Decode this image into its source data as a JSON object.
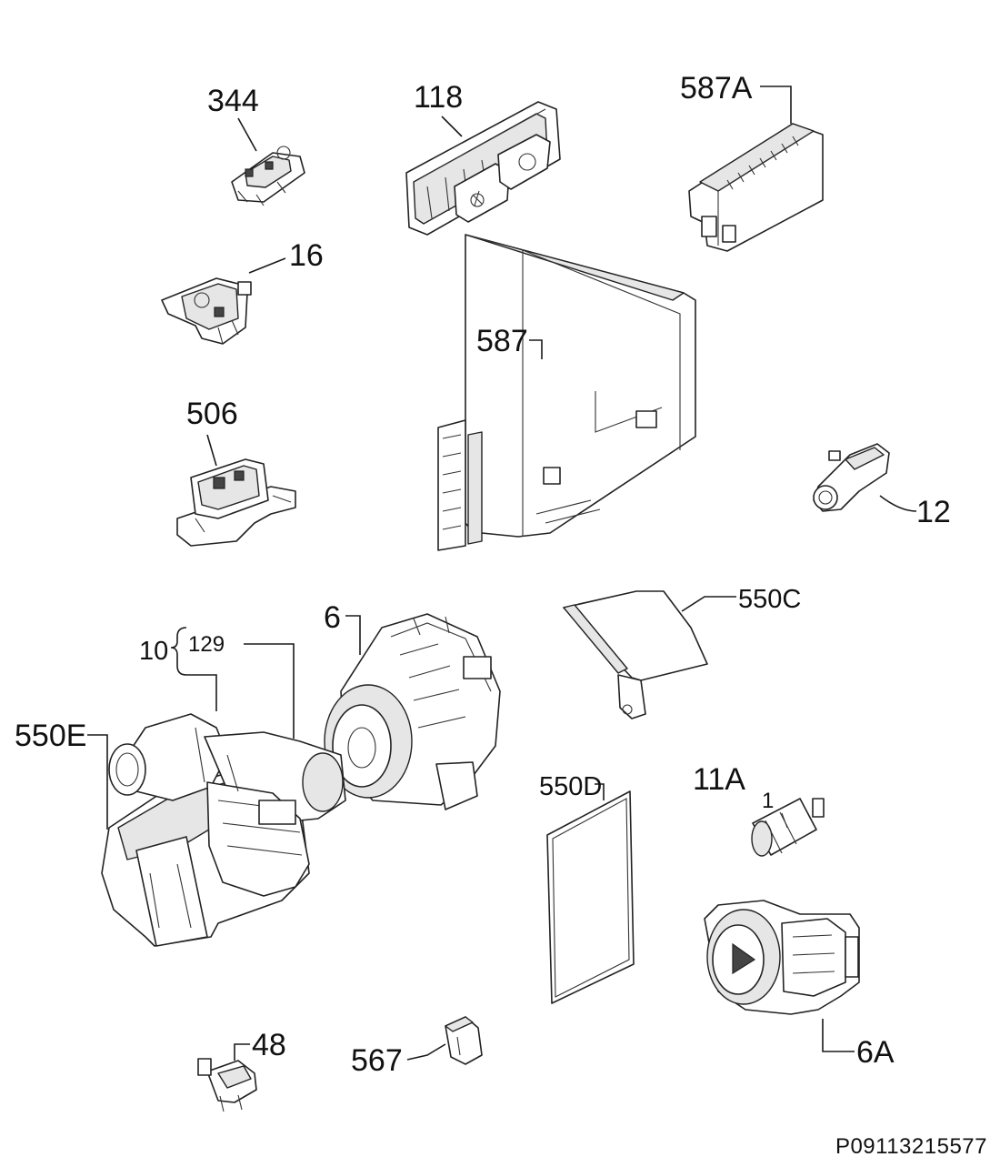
{
  "labels": {
    "p344": "344",
    "p118": "118",
    "p587A": "587A",
    "p16": "16",
    "p587": "587",
    "p506": "506",
    "p12": "12",
    "p6": "6",
    "p550C": "550C",
    "p10": "10",
    "p129": "129",
    "p550E": "550E",
    "p11A": "11A",
    "p11A_sub": "1",
    "p550D": "550D",
    "p6A": "6A",
    "p48": "48",
    "p567": "567"
  },
  "document_code": "P09113215577",
  "colors": {
    "line": "#222222",
    "fill": "#ffffff",
    "shade": "#e6e6e6"
  }
}
